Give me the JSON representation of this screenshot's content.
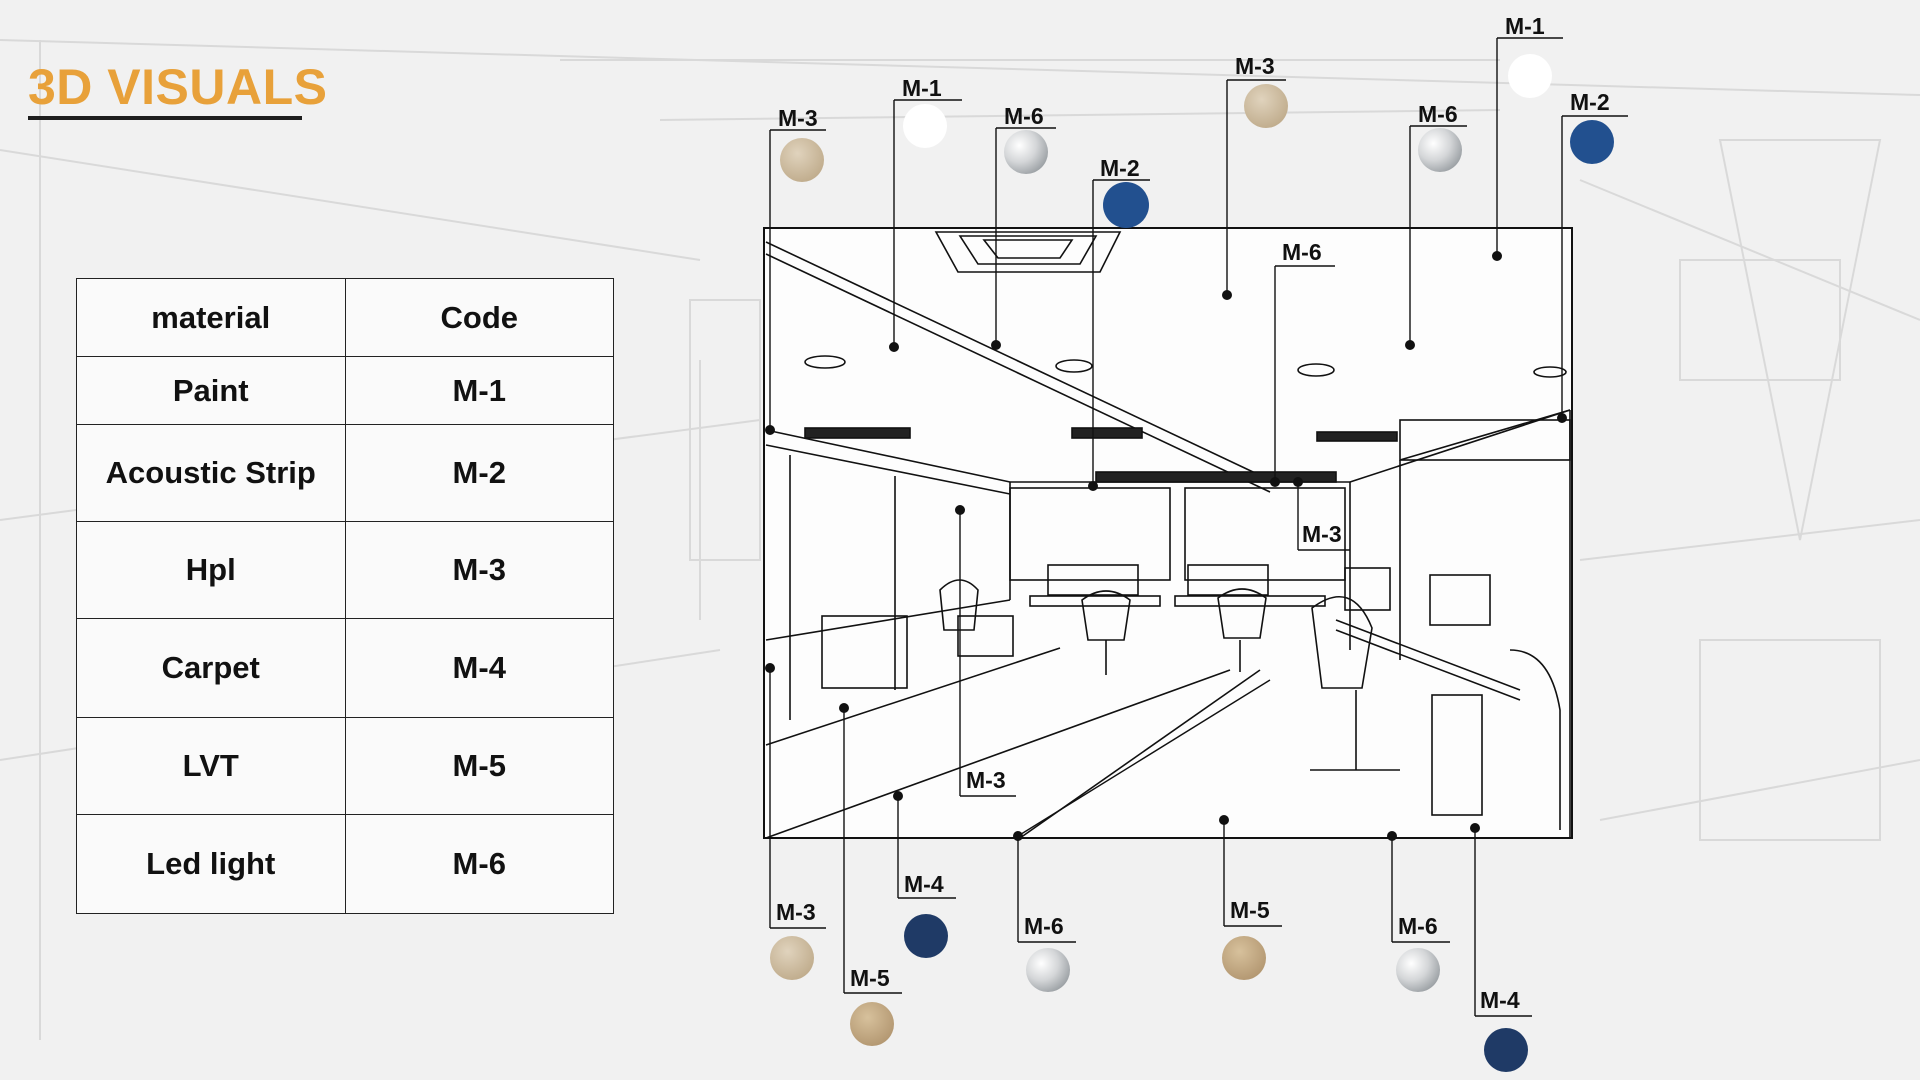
{
  "title": "3D VISUALS",
  "colors": {
    "accent": "#e8a13a",
    "paint": "#ffffff",
    "acoustic_strip": "#22508f",
    "hpl": "#d0c0a6",
    "carpet": "#1f3a66",
    "lvt": "#c8b08c",
    "led_light": "#cfd2d4"
  },
  "table": {
    "headers": [
      "material",
      "Code"
    ],
    "rows": [
      {
        "material": "Paint",
        "code": "M-1"
      },
      {
        "material": "Acoustic Strip",
        "code": "M-2"
      },
      {
        "material": "Hpl",
        "code": "M-3"
      },
      {
        "material": "Carpet",
        "code": "M-4"
      },
      {
        "material": "LVT",
        "code": "M-5"
      },
      {
        "material": "Led light",
        "code": "M-6"
      }
    ]
  },
  "callouts": {
    "top": [
      "M-3",
      "M-1",
      "M-6",
      "M-2",
      "M-3",
      "M-6",
      "M-1",
      "M-2"
    ],
    "inner": [
      "M-6",
      "M-3",
      "M-3"
    ],
    "bottom": [
      "M-3",
      "M-4",
      "M-5",
      "M-6",
      "M-5",
      "M-6",
      "M-4"
    ]
  }
}
